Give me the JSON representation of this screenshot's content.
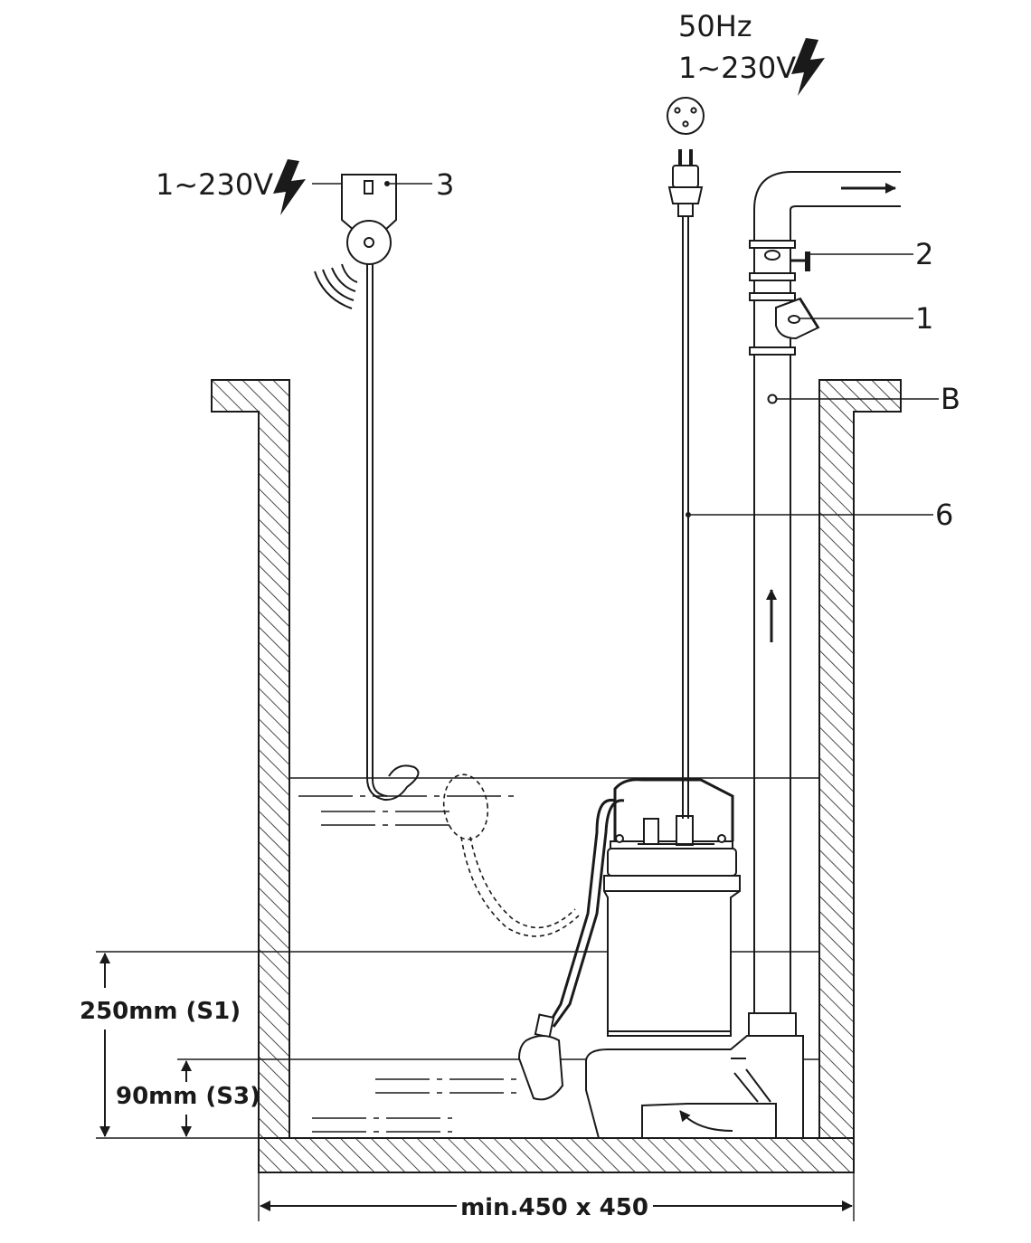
{
  "power_supply": {
    "frequency": "50Hz",
    "voltage": "1~230V"
  },
  "float_switch_supply": {
    "voltage": "1~230V"
  },
  "callouts": {
    "non_return_valve": "1",
    "gate_valve": "2",
    "alarm_switch": "3",
    "vent_hole": "B",
    "power_cable": "6"
  },
  "dimensions": {
    "switch_on_level": "250mm (S1)",
    "switch_off_level": "90mm (S3)",
    "pit_size": "min.450 x 450"
  }
}
